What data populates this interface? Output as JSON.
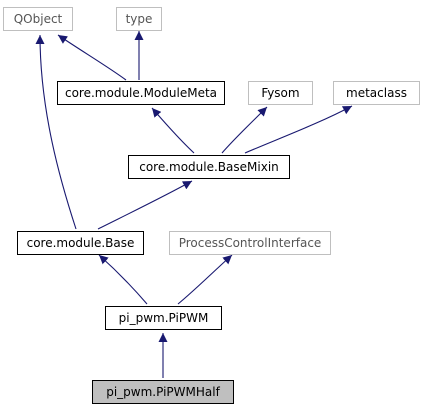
{
  "diagram": {
    "edge_color": "#191970",
    "focus_fill": "#bfbfbf",
    "nodes": {
      "qobject": "QObject",
      "type": "type",
      "module_meta": "core.module.ModuleMeta",
      "fysom": "Fysom",
      "metaclass": "metaclass",
      "base_mixin": "core.module.BaseMixin",
      "base": "core.module.Base",
      "process_control_interface": "ProcessControlInterface",
      "pi_pwm": "pi_pwm.PiPWM",
      "pi_pwm_half": "pi_pwm.PiPWMHalf"
    },
    "edges": [
      {
        "from": "module_meta",
        "to": "qobject"
      },
      {
        "from": "module_meta",
        "to": "type"
      },
      {
        "from": "base_mixin",
        "to": "module_meta"
      },
      {
        "from": "base_mixin",
        "to": "fysom"
      },
      {
        "from": "base_mixin",
        "to": "metaclass"
      },
      {
        "from": "base",
        "to": "qobject"
      },
      {
        "from": "base",
        "to": "base_mixin"
      },
      {
        "from": "pi_pwm",
        "to": "base"
      },
      {
        "from": "pi_pwm",
        "to": "process_control_interface"
      },
      {
        "from": "pi_pwm_half",
        "to": "pi_pwm"
      }
    ]
  }
}
